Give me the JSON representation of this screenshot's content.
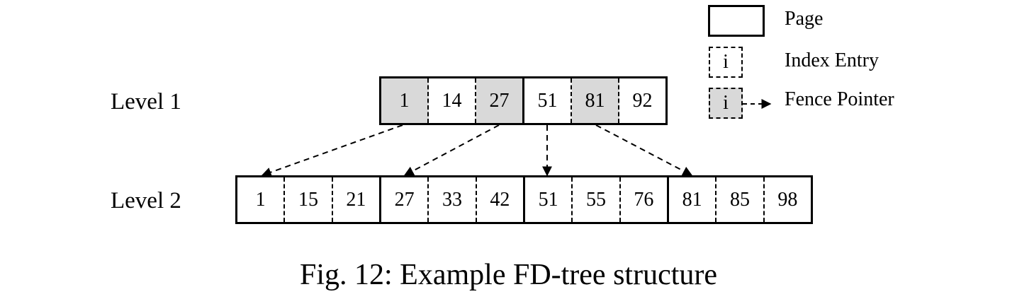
{
  "legend": {
    "page_label": "Page",
    "index_entry_label": "Index Entry",
    "index_entry_glyph": "i",
    "fence_pointer_label": "Fence Pointer",
    "fence_pointer_glyph": "i"
  },
  "levels": [
    {
      "label": "Level 1",
      "pages": [
        {
          "entries": [
            {
              "key": "1",
              "fence": true
            },
            {
              "key": "14",
              "fence": false
            },
            {
              "key": "27",
              "fence": true
            }
          ]
        },
        {
          "entries": [
            {
              "key": "51",
              "fence": false
            },
            {
              "key": "81",
              "fence": true
            },
            {
              "key": "92",
              "fence": false
            }
          ]
        }
      ]
    },
    {
      "label": "Level 2",
      "pages": [
        {
          "entries": [
            {
              "key": "1",
              "fence": false
            },
            {
              "key": "15",
              "fence": false
            },
            {
              "key": "21",
              "fence": false
            }
          ]
        },
        {
          "entries": [
            {
              "key": "27",
              "fence": false
            },
            {
              "key": "33",
              "fence": false
            },
            {
              "key": "42",
              "fence": false
            }
          ]
        },
        {
          "entries": [
            {
              "key": "51",
              "fence": false
            },
            {
              "key": "55",
              "fence": false
            },
            {
              "key": "76",
              "fence": false
            }
          ]
        },
        {
          "entries": [
            {
              "key": "81",
              "fence": false
            },
            {
              "key": "85",
              "fence": false
            },
            {
              "key": "98",
              "fence": false
            }
          ]
        }
      ]
    }
  ],
  "pointers": [
    {
      "from_key": "1",
      "to_page_first_key": "1"
    },
    {
      "from_key": "27",
      "to_page_first_key": "27"
    },
    {
      "from_key": "51",
      "to_page_first_key": "51"
    },
    {
      "from_key": "81",
      "to_page_first_key": "81"
    }
  ],
  "caption": "Fig. 12: Example FD-tree structure",
  "colors": {
    "fence_fill": "#d9d9d9",
    "stroke": "#000000",
    "page_fill": "#ffffff"
  }
}
